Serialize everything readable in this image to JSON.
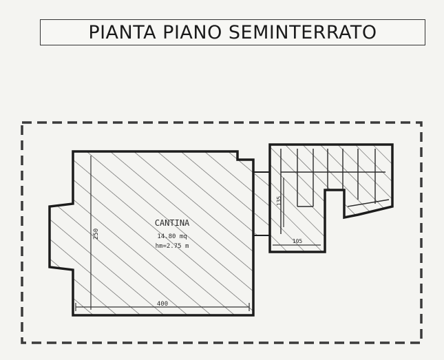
{
  "title": "PIANTA PIANO SEMINTERRATO",
  "room": {
    "name": "CANTINA",
    "area": "14.80 mq",
    "height": "hm=2.75 m"
  },
  "dimensions": {
    "width_main": "400",
    "height_main": "250",
    "stair_depth": "135",
    "stair_width": "105"
  },
  "colors": {
    "wall": "#1c1c1c",
    "hatch": "#5a5a5a",
    "boundary": "#3a3a3a",
    "paper": "#f4f4f1"
  }
}
